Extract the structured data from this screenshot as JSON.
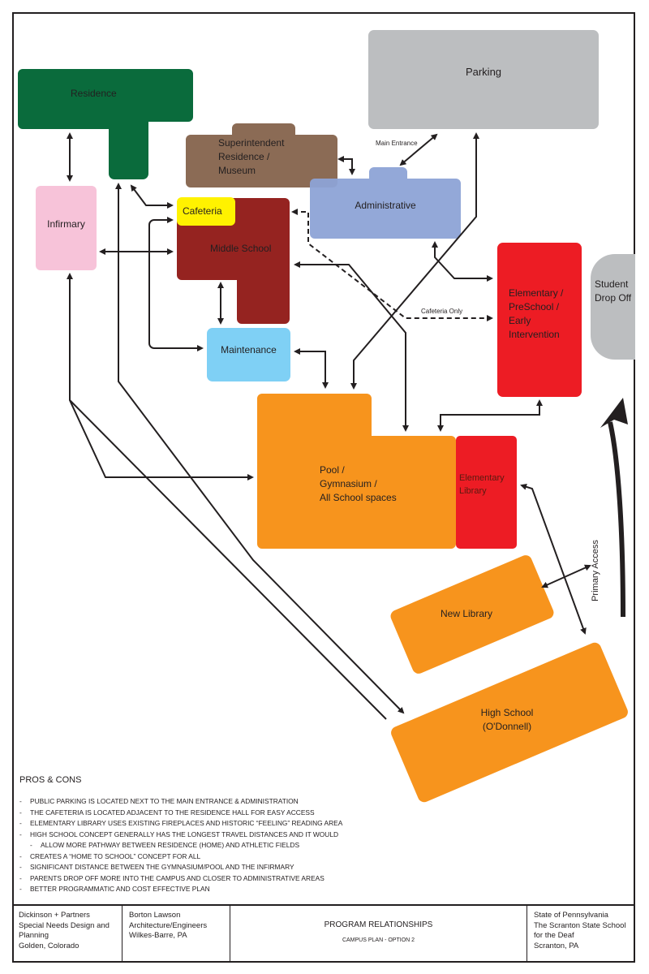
{
  "nodes": {
    "parking": "Parking",
    "residence": "Residence",
    "superintendent": [
      "Superintendent",
      "Residence /",
      "Museum"
    ],
    "administrative": "Administrative",
    "infirmary": "Infirmary",
    "cafeteria": "Cafeteria",
    "middle_school": "Middle School",
    "maintenance": "Maintenance",
    "elementary": [
      "Elementary /",
      "PreSchool /",
      "Early",
      "Intervention"
    ],
    "student_drop_off": [
      "Student",
      "Drop Off"
    ],
    "pool": [
      "Pool /",
      "Gymnasium /",
      "All School spaces"
    ],
    "elementary_library": [
      "Elementary",
      "Library"
    ],
    "new_library": "New Library",
    "high_school": [
      "High School",
      "(O'Donnell)"
    ]
  },
  "annotations": {
    "main_entrance": "Main Entrance",
    "cafeteria_only": "Cafeteria Only",
    "primary_access": "Primary Access"
  },
  "pros_cons": {
    "title": "PROS & CONS",
    "items": [
      "PUBLIC PARKING IS LOCATED NEXT TO THE MAIN ENTRANCE & ADMINISTRATION",
      "THE CAFETERIA IS LOCATED ADJACENT TO THE RESIDENCE HALL FOR EASY ACCESS",
      "ELEMENTARY LIBRARY USES EXISTING FIREPLACES AND HISTORIC “FEELING” READING AREA",
      "HIGH SCHOOL CONCEPT GENERALLY HAS THE LONGEST TRAVEL DISTANCES AND IT WOULD",
      "ALLOW MORE PATHWAY BETWEEN RESIDENCE (HOME) AND ATHLETIC FIELDS",
      "CREATES A “HOME TO SCHOOL” CONCEPT FOR ALL",
      "SIGNIFICANT DISTANCE BETWEEN THE GYMNASIUM/POOL AND THE INFIRMARY",
      "PARENTS DROP OFF MORE INTO THE CAMPUS AND CLOSER TO ADMINISTRATIVE AREAS",
      "BETTER PROGRAMMATIC AND COST EFFECTIVE PLAN"
    ]
  },
  "title_block": {
    "firm1": [
      "Dickinson + Partners",
      "Special Needs Design and",
      "Planning",
      "Golden, Colorado"
    ],
    "firm2": [
      "Borton Lawson",
      "Architecture/Engineers",
      "Wilkes-Barre, PA"
    ],
    "title": "PROGRAM RELATIONSHIPS",
    "subtitle": "CAMPUS PLAN - OPTION 2",
    "client": [
      "State of Pennsylvania",
      "The Scranton State School",
      "for the Deaf",
      "Scranton, PA"
    ]
  },
  "colors": {
    "residence": "#0a6b3c",
    "parking": "#bcbec0",
    "superintendent": "#8b6b55",
    "administrative": "#8da3d6",
    "infirmary": "#f7c3d9",
    "cafeteria": "#fff200",
    "middle_school": "#952320",
    "maintenance": "#7fd0f5",
    "elementary": "#ed1c24",
    "pool": "#f7941d",
    "drop_off": "#bcbec0",
    "ink": "#231f20"
  }
}
